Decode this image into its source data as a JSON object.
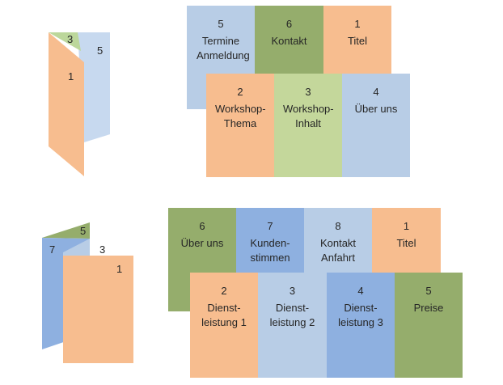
{
  "colors": {
    "blue": "#b8cde6",
    "green": "#95ad6c",
    "orange": "#f7bd8f",
    "light_green": "#c4d79b",
    "dark_blue": "#8eb0e0"
  },
  "top_fold": {
    "labels": [
      "3",
      "5",
      "1"
    ]
  },
  "top_layout": {
    "row1": [
      {
        "num": "5",
        "label": "Termine Anmeldung",
        "color": "blue"
      },
      {
        "num": "6",
        "label": "Kontakt",
        "color": "green"
      },
      {
        "num": "1",
        "label": "Titel",
        "color": "orange"
      }
    ],
    "row2": [
      {
        "num": "2",
        "label": "Workshop-Thema",
        "color": "orange"
      },
      {
        "num": "3",
        "label": "Workshop-Inhalt",
        "color": "light_green"
      },
      {
        "num": "4",
        "label": "Über uns",
        "color": "blue"
      }
    ]
  },
  "bottom_fold": {
    "labels": [
      "5",
      "7",
      "3",
      "1"
    ]
  },
  "bottom_layout": {
    "row1": [
      {
        "num": "6",
        "label": "Über uns",
        "color": "green"
      },
      {
        "num": "7",
        "label": "Kunden-stimmen",
        "color": "dark_blue"
      },
      {
        "num": "8",
        "label": "Kontakt Anfahrt",
        "color": "blue"
      },
      {
        "num": "1",
        "label": "Titel",
        "color": "orange"
      }
    ],
    "row2": [
      {
        "num": "2",
        "label": "Dienst-leistung 1",
        "color": "orange"
      },
      {
        "num": "3",
        "label": "Dienst-leistung 2",
        "color": "blue"
      },
      {
        "num": "4",
        "label": "Dienst-leistung 3",
        "color": "dark_blue"
      },
      {
        "num": "5",
        "label": "Preise",
        "color": "green"
      }
    ]
  }
}
